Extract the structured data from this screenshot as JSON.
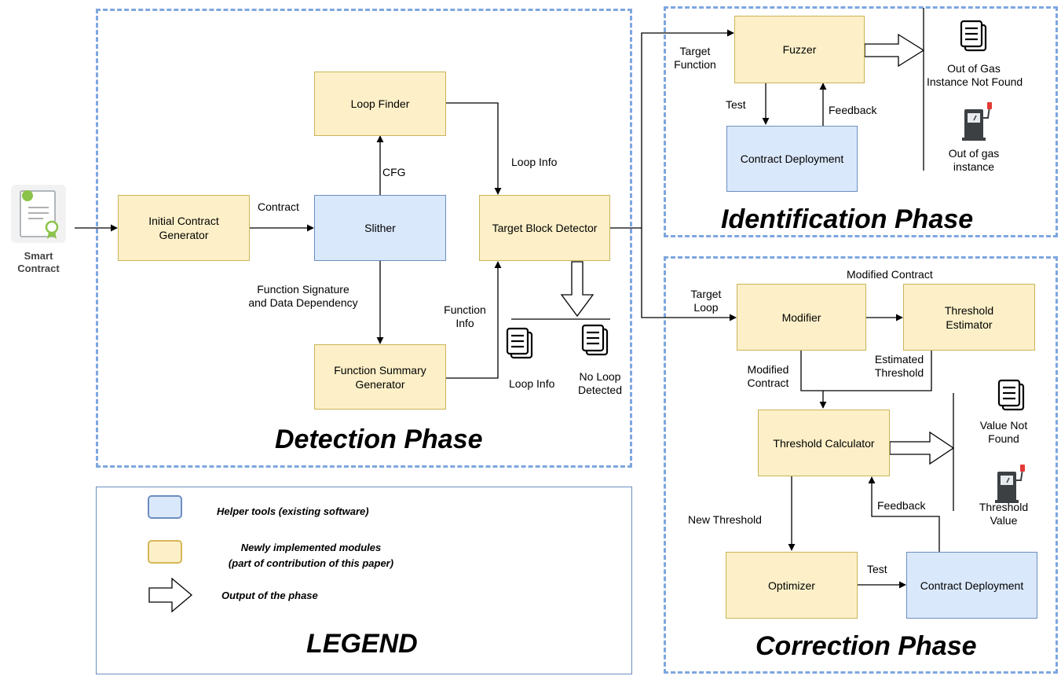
{
  "input": {
    "label_line1": "Smart",
    "label_line2": "Contract"
  },
  "phases": {
    "detection": "Detection Phase",
    "identification": "Identification Phase",
    "correction": "Correction Phase"
  },
  "detection": {
    "initial_line1": "Initial Contract",
    "initial_line2": "Generator",
    "slither": "Slither",
    "loop_finder": "Loop Finder",
    "target_block": "Target Block Detector",
    "func_summary_line1": "Function Summary",
    "func_summary_line2": "Generator",
    "edges": {
      "contract": "Contract",
      "cfg": "CFG",
      "loop_info": "Loop Info",
      "func_sig_line1": "Function Signature",
      "func_sig_line2": "and Data Dependency",
      "func_info_line1": "Function",
      "func_info_line2": "Info"
    },
    "outputs": {
      "loop_info": "Loop Info",
      "no_loop_line1": "No Loop",
      "no_loop_line2": "Detected"
    }
  },
  "identification": {
    "fuzzer": "Fuzzer",
    "deploy": "Contract Deployment",
    "edges": {
      "target_fn_line1": "Target",
      "target_fn_line2": "Function",
      "test": "Test",
      "feedback": "Feedback"
    },
    "outputs": {
      "not_found_line1": "Out of Gas",
      "not_found_line2": "Instance Not Found",
      "instance_line1": "Out of gas",
      "instance_line2": "instance"
    }
  },
  "correction": {
    "modifier": "Modifier",
    "estimator_line1": "Threshold",
    "estimator_line2": "Estimator",
    "calculator": "Threshold Calculator",
    "optimizer": "Optimizer",
    "deploy": "Contract Deployment",
    "edges": {
      "target_loop_line1": "Target",
      "target_loop_line2": "Loop",
      "modified_contract": "Modified Contract",
      "modified2_line1": "Modified",
      "modified2_line2": "Contract",
      "est_thr_line1": "Estimated",
      "est_thr_line2": "Threshold",
      "new_threshold": "New Threshold",
      "feedback": "Feedback",
      "test": "Test"
    },
    "outputs": {
      "not_found_line1": "Value Not",
      "not_found_line2": "Found",
      "value_line1": "Threshold",
      "value_line2": "Value"
    }
  },
  "legend": {
    "title": "LEGEND",
    "helper": "Helper tools (existing software)",
    "new_line1": "Newly implemented modules",
    "new_line2": "(part of contribution of this paper)",
    "output": "Output of the phase"
  },
  "colors": {
    "module_fill": "#fdf0c8",
    "module_border": "#c9b458",
    "helper_fill": "#dae8fc",
    "helper_border": "#6c8ebf",
    "phase_border": "#7ea6e0"
  }
}
